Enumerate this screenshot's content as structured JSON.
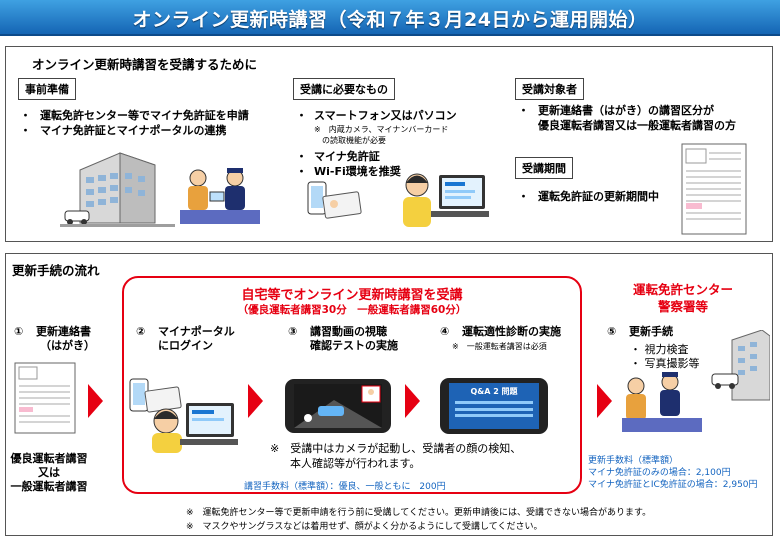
{
  "banner": {
    "title": "オンライン更新時講習（令和７年３月24日から運用開始）"
  },
  "top": {
    "title": "オンライン更新時講習を受講するために",
    "prep": {
      "tag": "事前準備",
      "items": [
        "運転免許センター等でマイナ免許証を申請",
        "マイナ免許証とマイナポータルの連携"
      ]
    },
    "needs": {
      "tag": "受講に必要なもの",
      "items": [
        "スマートフォン又はパソコン",
        "マイナ免許証",
        "Wi-Fi環境を推奨"
      ],
      "note_line1": "※　内蔵カメラ、マイナンバーカード",
      "note_line2": "の読取機能が必要"
    },
    "target": {
      "tag": "受講対象者",
      "line1": "更新連絡書（はがき）の講習区分が",
      "line2": "優良運転者講習又は一般運転者講習の方"
    },
    "period": {
      "tag": "受講期間",
      "text": "運転免許証の更新期間中"
    },
    "bullet": "・"
  },
  "flow": {
    "title": "更新手続の流れ",
    "home_title": "自宅等でオンライン更新時講習を受講",
    "home_sub": "（優良運転者講習30分　一般運転者講習60分）",
    "center_title1": "運転免許センター",
    "center_title2": "警察署等",
    "step1": {
      "num": "①",
      "line1": "更新連絡書",
      "line2": "（はがき）"
    },
    "step1_bottom": {
      "line1": "優良運転者講習",
      "line2": "又は",
      "line3": "一般運転者講習"
    },
    "step2": {
      "num": "②",
      "line1": "マイナポータル",
      "line2": "にログイン"
    },
    "step3": {
      "num": "③",
      "line1": "講習動画の視聴",
      "line2": "確認テストの実施"
    },
    "step4": {
      "num": "④",
      "line1": "運転適性診断の実施",
      "note": "※　一般運転者講習は必須"
    },
    "step5": {
      "num": "⑤",
      "line1": "更新手続",
      "items": [
        "・ 視力検査",
        "・ 写真撮影等"
      ]
    },
    "camera_note_line1": "※　受講中はカメラが起動し、受講者の顔の検知、",
    "camera_note_line2": "本人確認等が行われます。",
    "fee_home_label": "講習手数料（標準額）：優良、一般ともに",
    "fee_home_value": "200円",
    "fee_center_title": "更新手数料（標準額）",
    "fee_center_line1_label": "マイナ免許証のみの場合：",
    "fee_center_line1_value": "2,100円",
    "fee_center_line2_label": "マイナ免許証とIC免許証の場合：",
    "fee_center_line2_value": "2,950円",
    "screen_text": "Q&A 2 問題"
  },
  "notes": [
    "※　運転免許センター等で更新申請を行う前に受講してください。更新申請後には、受講できない場合があります。",
    "※　マスクやサングラスなどは着用せず、顔がよく分かるようにして受講してください。"
  ],
  "colors": {
    "banner_top": "#3fa1e2",
    "banner_bottom": "#1565b4",
    "accent_red": "#e60012",
    "fee_blue": "#1565c0"
  }
}
